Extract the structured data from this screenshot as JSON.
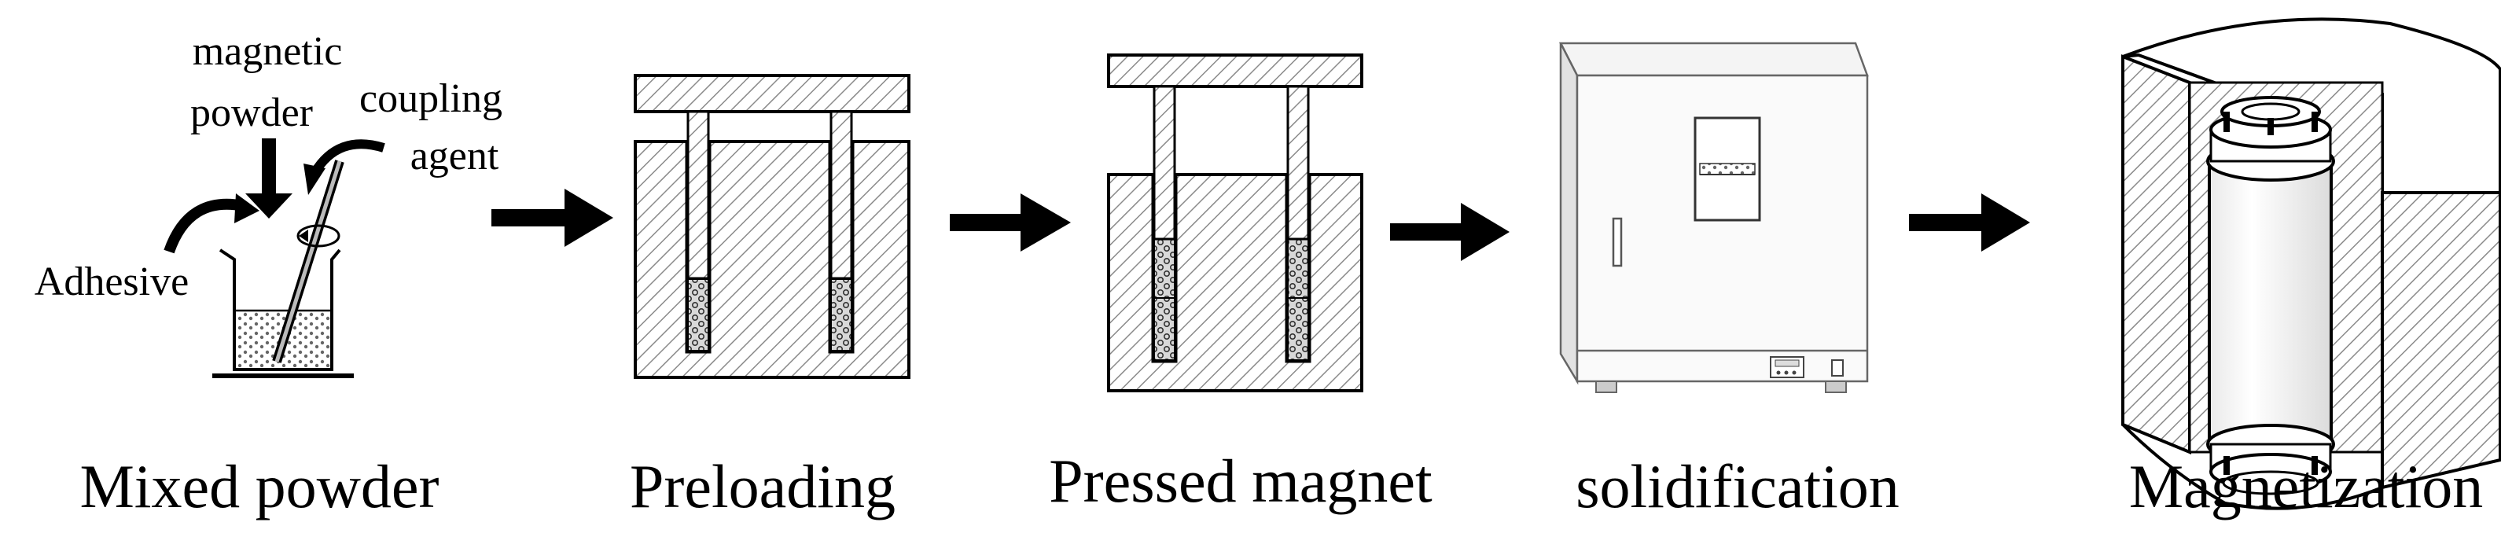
{
  "stages": [
    {
      "id": "mixed",
      "caption": "Mixed powder"
    },
    {
      "id": "preloading",
      "caption": "Preloading"
    },
    {
      "id": "pressed",
      "caption": "Pressed magnet"
    },
    {
      "id": "solidification",
      "caption": "solidification"
    },
    {
      "id": "magnetization",
      "caption": "Magnetization"
    }
  ],
  "mixing_labels": {
    "magnetic_powder_line1": "magnetic",
    "magnetic_powder_line2": "powder",
    "coupling_agent_line1": "coupling",
    "coupling_agent_line2": "agent",
    "adhesive": "Adhesive"
  },
  "colors": {
    "line": "#000000",
    "hatch": "#9a9a9a",
    "oven": "#555555"
  }
}
